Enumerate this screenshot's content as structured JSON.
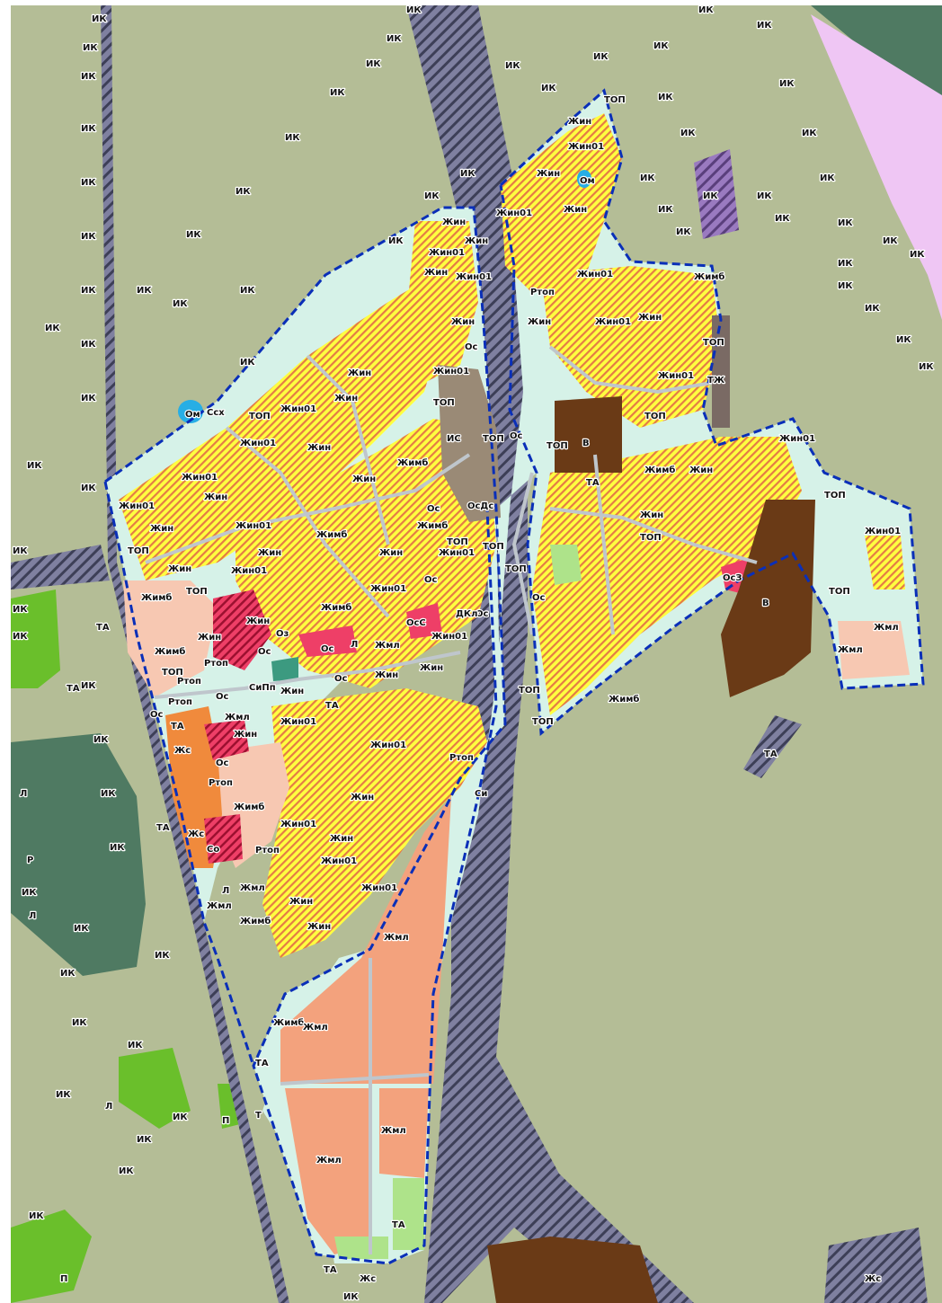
{
  "map": {
    "colors": {
      "background": "#b4bd96",
      "settlement": "#d6f2e8",
      "residential_individual": "#ffff40",
      "residential_hatch": "#e47b45",
      "residential_multi": "#f7c8b2",
      "public_business": "#ee3f67",
      "public_small": "#f3a27d",
      "production": "#6a3a16",
      "special": "#9a8a76",
      "transport_road": "#7f80a0",
      "recreation": "#aee38a",
      "agricultural": "#4f7a62",
      "forest": "#6abf2b",
      "water": "#27aee5",
      "pink_zone": "#efc6f4",
      "boundary": "#0a2fb8"
    },
    "zone_codes": [
      "ИК",
      "Жин",
      "Жин01",
      "Жимб",
      "ТОП",
      "Жмл",
      "Ос",
      "Ом",
      "Оз",
      "ОсЗ",
      "ОсДс",
      "ОсС",
      "Со",
      "Жс",
      "Ртоп",
      "П",
      "ТА",
      "ТЖ",
      "СиПп",
      "ДКл",
      "В",
      "ИС",
      "Л",
      "Ссх",
      "Си",
      "Р",
      "Т"
    ],
    "labels": [
      {
        "text": "ИК"
      },
      {
        "text": "ИК"
      },
      {
        "text": "ИК"
      },
      {
        "text": "ИК"
      },
      {
        "text": "ИК"
      },
      {
        "text": "ИК"
      },
      {
        "text": "ИК"
      },
      {
        "text": "ИК"
      },
      {
        "text": "ИК"
      },
      {
        "text": "ИК"
      },
      {
        "text": "ИК"
      },
      {
        "text": "ИК"
      },
      {
        "text": "ИК"
      },
      {
        "text": "ИК"
      },
      {
        "text": "ИК"
      },
      {
        "text": "ИК"
      },
      {
        "text": "ИК"
      },
      {
        "text": "ИК"
      },
      {
        "text": "ИК"
      },
      {
        "text": "ИК"
      },
      {
        "text": "ИК"
      },
      {
        "text": "ИК"
      },
      {
        "text": "ИК"
      },
      {
        "text": "ИК"
      },
      {
        "text": "ИК"
      },
      {
        "text": "ИК"
      },
      {
        "text": "ИК"
      },
      {
        "text": "ИК"
      },
      {
        "text": "ИК"
      },
      {
        "text": "ИК"
      },
      {
        "text": "ИК"
      },
      {
        "text": "ИК"
      },
      {
        "text": "ИК"
      },
      {
        "text": "ИК"
      },
      {
        "text": "ИК"
      },
      {
        "text": "ИК"
      },
      {
        "text": "ИК"
      },
      {
        "text": "ИК"
      },
      {
        "text": "ИК"
      },
      {
        "text": "ИК"
      },
      {
        "text": "ИК"
      },
      {
        "text": "ИК"
      },
      {
        "text": "ИК"
      },
      {
        "text": "ИК"
      },
      {
        "text": "ИК"
      },
      {
        "text": "ИК"
      },
      {
        "text": "ИК"
      },
      {
        "text": "ИК"
      },
      {
        "text": "ИК"
      },
      {
        "text": "ИК"
      },
      {
        "text": "ИК"
      },
      {
        "text": "ИК"
      },
      {
        "text": "ИК"
      },
      {
        "text": "ИК"
      },
      {
        "text": "ИК"
      },
      {
        "text": "ИК"
      },
      {
        "text": "ИК"
      },
      {
        "text": "ИК"
      },
      {
        "text": "ИК"
      },
      {
        "text": "ИК"
      },
      {
        "text": "ИК"
      },
      {
        "text": "ИК"
      },
      {
        "text": "ИК"
      },
      {
        "text": "ИК"
      },
      {
        "text": "ИК"
      },
      {
        "text": "ИК"
      },
      {
        "text": "ИК"
      },
      {
        "text": "ИК"
      },
      {
        "text": "ИК"
      },
      {
        "text": "ИК"
      },
      {
        "text": "Жин"
      },
      {
        "text": "Жин"
      },
      {
        "text": "Жин"
      },
      {
        "text": "Жин"
      },
      {
        "text": "Жин"
      },
      {
        "text": "Жин"
      },
      {
        "text": "Жин"
      },
      {
        "text": "Жин"
      },
      {
        "text": "Жин"
      },
      {
        "text": "Жин"
      },
      {
        "text": "Жин"
      },
      {
        "text": "Жин"
      },
      {
        "text": "Жин"
      },
      {
        "text": "Жин"
      },
      {
        "text": "Жин"
      },
      {
        "text": "Жин"
      },
      {
        "text": "Жин"
      },
      {
        "text": "Жин"
      },
      {
        "text": "Жин"
      },
      {
        "text": "Жин"
      },
      {
        "text": "Жин"
      },
      {
        "text": "Жин"
      },
      {
        "text": "Жин"
      },
      {
        "text": "Жин"
      },
      {
        "text": "Жин"
      },
      {
        "text": "Жин"
      },
      {
        "text": "Жин"
      },
      {
        "text": "Жин"
      },
      {
        "text": "Жин"
      },
      {
        "text": "Жин"
      },
      {
        "text": "Жин01"
      },
      {
        "text": "Жин01"
      },
      {
        "text": "Жин01"
      },
      {
        "text": "Жин01"
      },
      {
        "text": "Жин01"
      },
      {
        "text": "Жин01"
      },
      {
        "text": "Жин01"
      },
      {
        "text": "Жин01"
      },
      {
        "text": "Жин01"
      },
      {
        "text": "Жин01"
      },
      {
        "text": "Жин01"
      },
      {
        "text": "Жин01"
      },
      {
        "text": "Жин01"
      },
      {
        "text": "Жин01"
      },
      {
        "text": "Жин01"
      },
      {
        "text": "Жин01"
      },
      {
        "text": "Жин01"
      },
      {
        "text": "Жин01"
      },
      {
        "text": "Жин01"
      },
      {
        "text": "Жин01"
      },
      {
        "text": "Жин01"
      },
      {
        "text": "Жин01"
      },
      {
        "text": "Жин01"
      },
      {
        "text": "Жин01"
      },
      {
        "text": "ТОП"
      },
      {
        "text": "ТОП"
      },
      {
        "text": "ТОП"
      },
      {
        "text": "ТОП"
      },
      {
        "text": "ТОП"
      },
      {
        "text": "ТОП"
      },
      {
        "text": "ТОП"
      },
      {
        "text": "ТОП"
      },
      {
        "text": "ТОП"
      },
      {
        "text": "ТОП"
      },
      {
        "text": "ТОП"
      },
      {
        "text": "ТОП"
      },
      {
        "text": "ТОП"
      },
      {
        "text": "ТОП"
      },
      {
        "text": "ТОП"
      },
      {
        "text": "ТОП"
      },
      {
        "text": "ТОП"
      },
      {
        "text": "ТОП"
      },
      {
        "text": "Жимб"
      },
      {
        "text": "Жимб"
      },
      {
        "text": "Жимб"
      },
      {
        "text": "Жимб"
      },
      {
        "text": "Жимб"
      },
      {
        "text": "Жимб"
      },
      {
        "text": "Жимб"
      },
      {
        "text": "Жимб"
      },
      {
        "text": "Жимб"
      },
      {
        "text": "Жимб"
      },
      {
        "text": "Жимб"
      },
      {
        "text": "Жимб"
      },
      {
        "text": "Жмл"
      },
      {
        "text": "Жмл"
      },
      {
        "text": "Жмл"
      },
      {
        "text": "Жмл"
      },
      {
        "text": "Жмл"
      },
      {
        "text": "Жмл"
      },
      {
        "text": "Жмл"
      },
      {
        "text": "Жмл"
      },
      {
        "text": "Жмл"
      },
      {
        "text": "Жмл"
      },
      {
        "text": "Ос"
      },
      {
        "text": "Ос"
      },
      {
        "text": "Ос"
      },
      {
        "text": "Ос"
      },
      {
        "text": "Ос"
      },
      {
        "text": "Ос"
      },
      {
        "text": "Ос"
      },
      {
        "text": "Ос"
      },
      {
        "text": "Ос"
      },
      {
        "text": "Ос"
      },
      {
        "text": "Ос"
      },
      {
        "text": "Ос"
      },
      {
        "text": "Ртоп"
      },
      {
        "text": "Ртоп"
      },
      {
        "text": "Ртоп"
      },
      {
        "text": "Ртоп"
      },
      {
        "text": "Ртоп"
      },
      {
        "text": "Ртоп"
      },
      {
        "text": "Ртоп"
      },
      {
        "text": "ТА"
      },
      {
        "text": "ТА"
      },
      {
        "text": "ТА"
      },
      {
        "text": "ТА"
      },
      {
        "text": "ТА"
      },
      {
        "text": "ТА"
      },
      {
        "text": "ТА"
      },
      {
        "text": "ТА"
      },
      {
        "text": "ТА"
      },
      {
        "text": "ТА"
      },
      {
        "text": "Жс"
      },
      {
        "text": "Жс"
      },
      {
        "text": "Жс"
      },
      {
        "text": "Жс"
      },
      {
        "text": "Л"
      },
      {
        "text": "Л"
      },
      {
        "text": "Л"
      },
      {
        "text": "Л"
      },
      {
        "text": "Л"
      },
      {
        "text": "П"
      },
      {
        "text": "П"
      },
      {
        "text": "В"
      },
      {
        "text": "В"
      },
      {
        "text": "Ом"
      },
      {
        "text": "Ом"
      },
      {
        "text": "Оз"
      },
      {
        "text": "ОсЗ"
      },
      {
        "text": "ОсДс"
      },
      {
        "text": "ОсС"
      },
      {
        "text": "Со"
      },
      {
        "text": "СиПп"
      },
      {
        "text": "ДКл"
      },
      {
        "text": "ИС"
      },
      {
        "text": "ТЖ"
      },
      {
        "text": "Ссх"
      },
      {
        "text": "Си"
      },
      {
        "text": "Р"
      },
      {
        "text": "Т"
      }
    ]
  }
}
